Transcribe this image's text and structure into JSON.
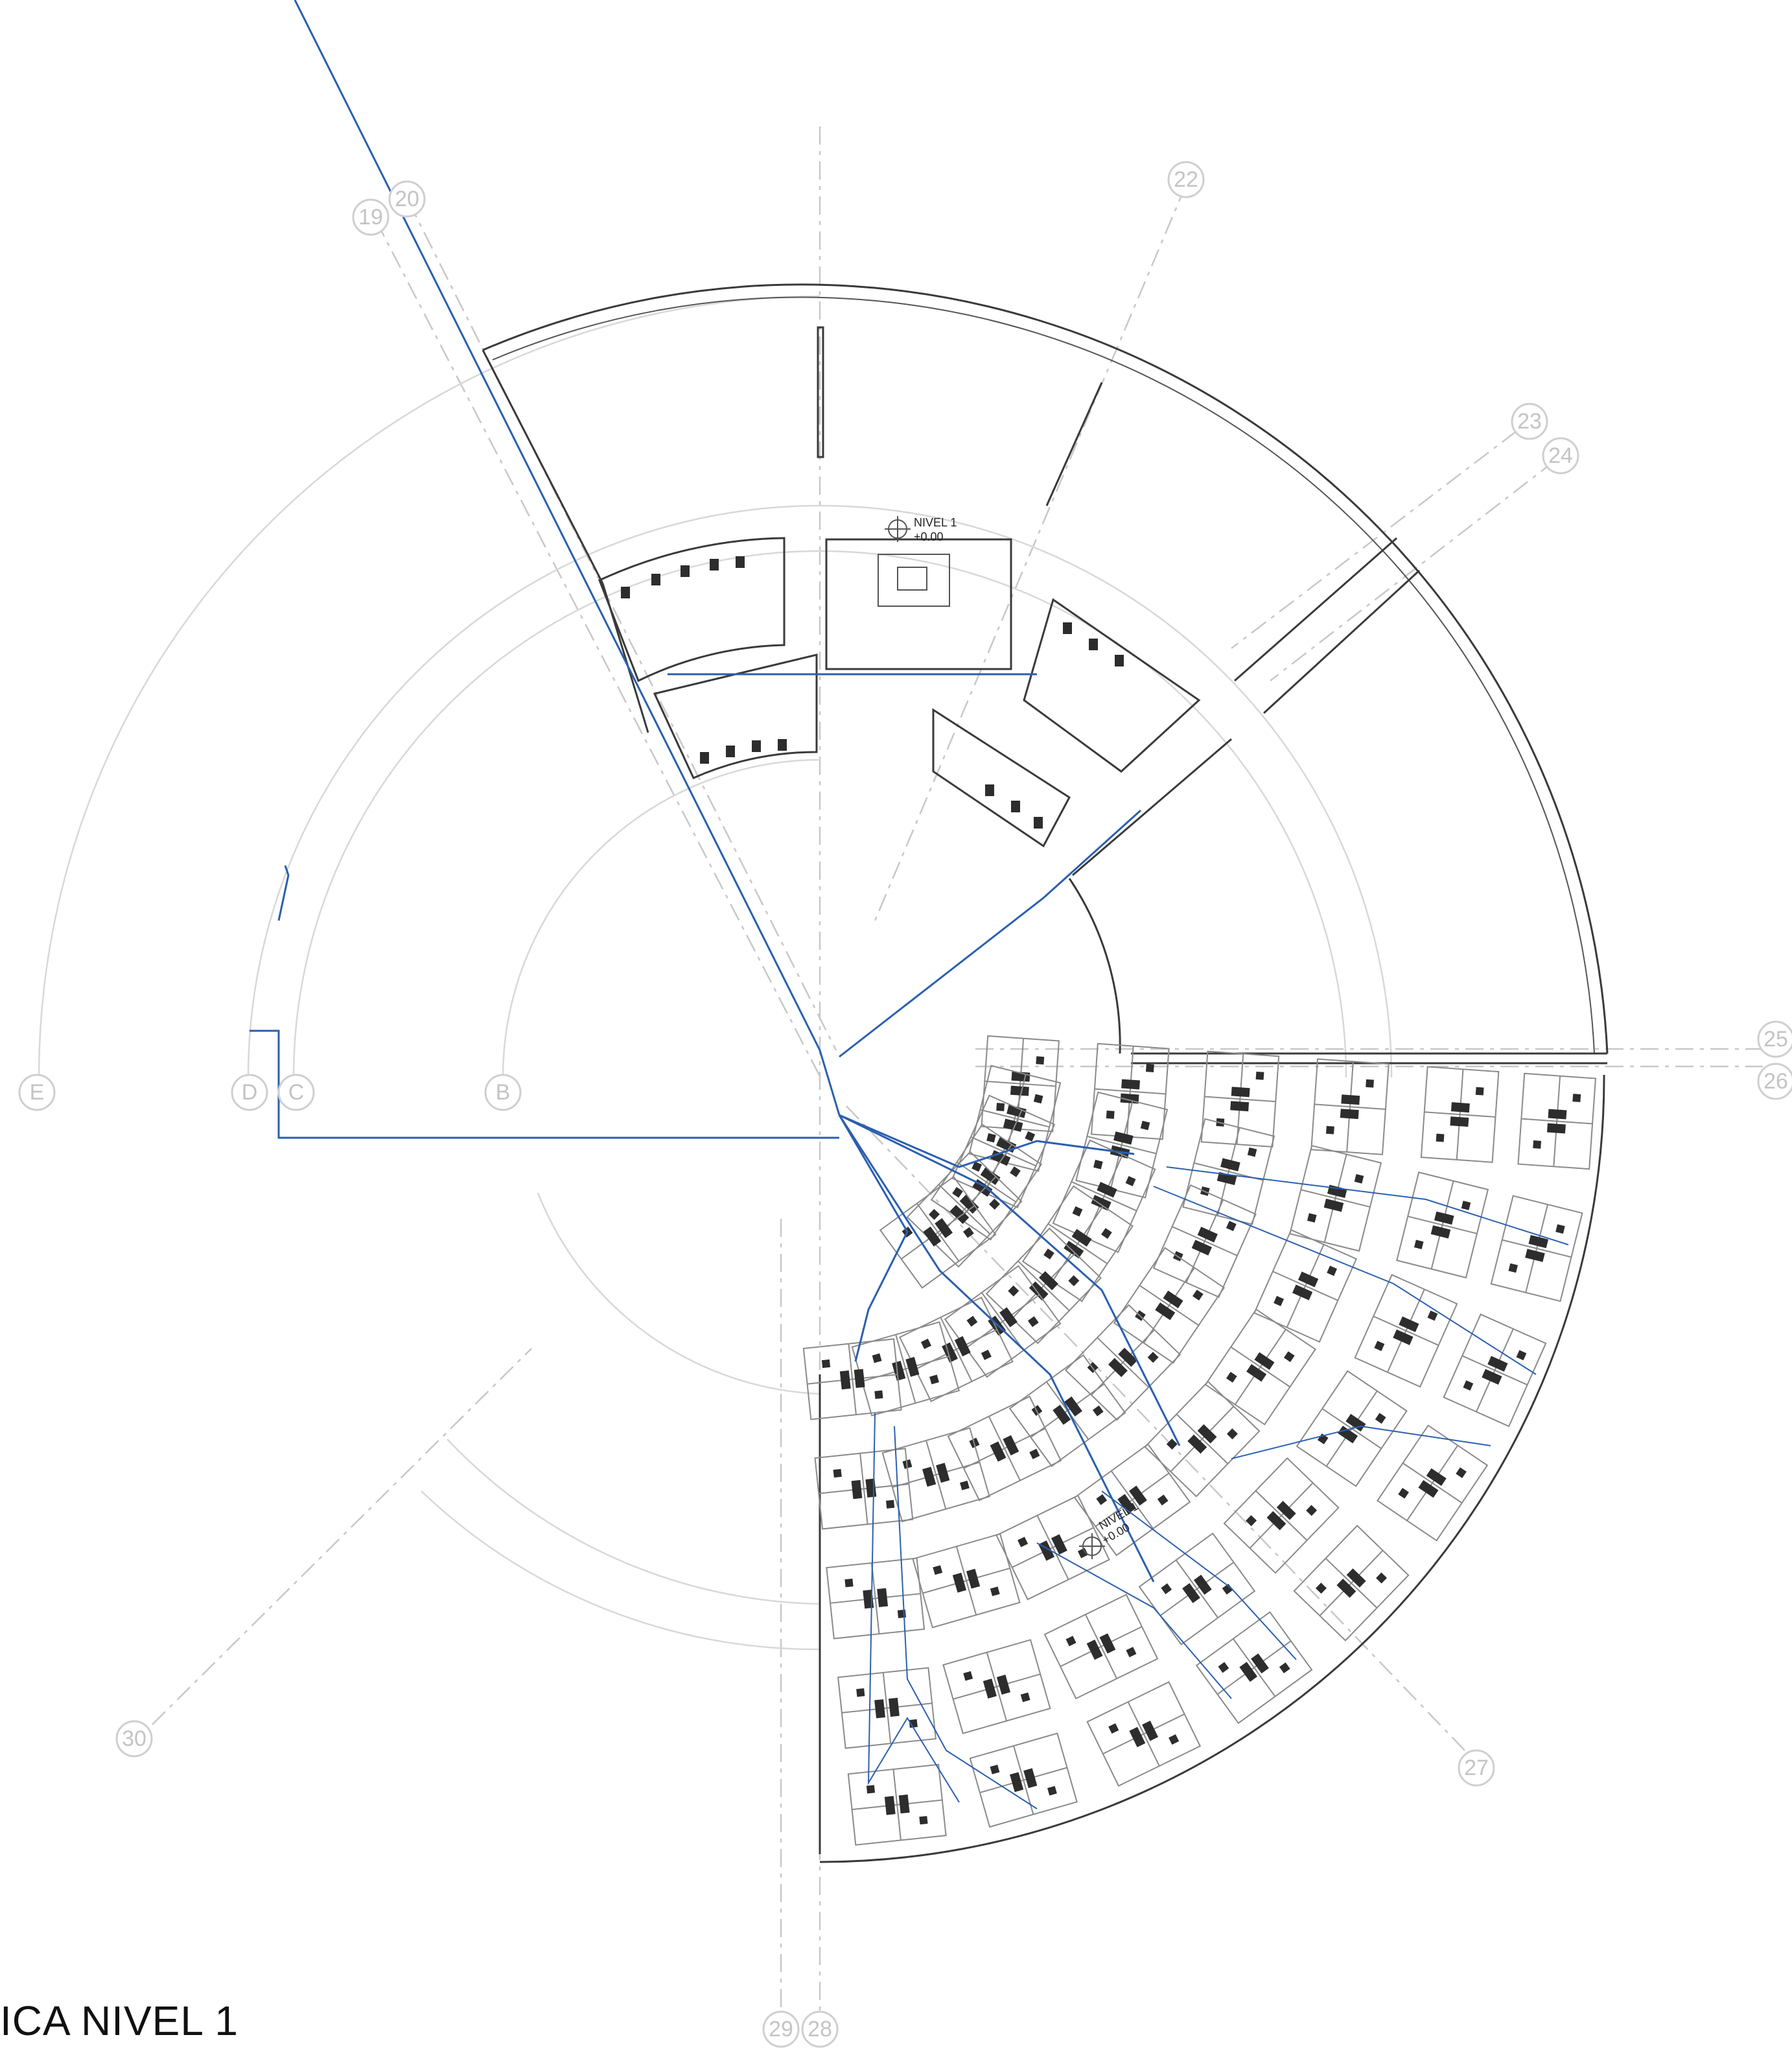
{
  "title": "ICA NIVEL 1",
  "grid_labels": {
    "g19": "19",
    "g20": "20",
    "g22": "22",
    "g23": "23",
    "g24": "24",
    "g25": "25",
    "g26": "26",
    "g27": "27",
    "g28": "28",
    "g29": "29",
    "g30": "30",
    "gB": "B",
    "gC": "C",
    "gD": "D",
    "gE": "E"
  },
  "level_markers": [
    {
      "name": "NIVEL 1",
      "elevation": "+0.00"
    },
    {
      "name": "NIVEL 1",
      "elevation": "+0.00"
    }
  ],
  "colors": {
    "pipe": "#2b5fb0",
    "walls": "#3a3a3a",
    "grid": "#c8c8c8"
  }
}
